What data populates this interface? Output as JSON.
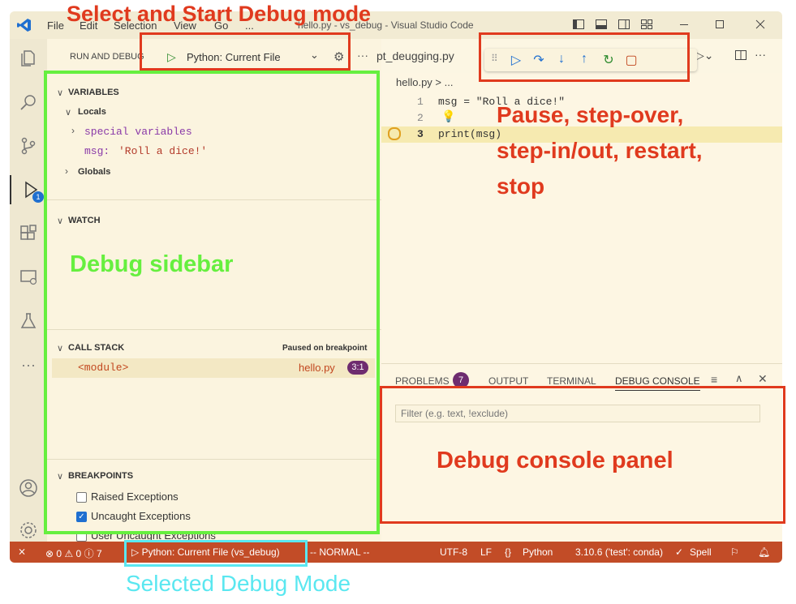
{
  "menu": [
    "File",
    "Edit",
    "Selection",
    "View",
    "Go",
    "..."
  ],
  "window_title": "hello.py - vs_debug - Visual Studio Code",
  "sidebar_header": {
    "title": "RUN AND DEBUG",
    "config": "Python: Current File"
  },
  "editor": {
    "tab_prev": "pt_deugging.py",
    "breadcrumb": "hello.py > ...",
    "lines": [
      {
        "num": "1",
        "code": "msg = \"Roll a dice!\""
      },
      {
        "num": "2",
        "code": ""
      },
      {
        "num": "3",
        "code": "print(msg)"
      }
    ]
  },
  "variables": {
    "title": "VARIABLES",
    "locals": "Locals",
    "special": "special variables",
    "msg_name": "msg:",
    "msg_value": "'Roll a dice!'",
    "globals": "Globals"
  },
  "watch": {
    "title": "WATCH"
  },
  "call_stack": {
    "title": "CALL STACK",
    "status": "Paused on breakpoint",
    "frame": "<module>",
    "file": "hello.py",
    "pos": "3:1"
  },
  "breakpoints": {
    "title": "BREAKPOINTS",
    "items": [
      {
        "label": "Raised Exceptions",
        "checked": false
      },
      {
        "label": "Uncaught Exceptions",
        "checked": true
      },
      {
        "label": "User Uncaught Exceptions",
        "checked": false
      }
    ]
  },
  "panel": {
    "tabs": [
      "PROBLEMS",
      "OUTPUT",
      "TERMINAL",
      "DEBUG CONSOLE"
    ],
    "problems_count": "7",
    "filter_placeholder": "Filter (e.g. text, !exclude)"
  },
  "status": {
    "errors": "0",
    "warnings": "0",
    "info": "7",
    "debug": "Python: Current File (vs_debug)",
    "mode": "-- NORMAL --",
    "encoding": "UTF-8",
    "eol": "LF",
    "language": "Python",
    "interpreter": "3.10.6 ('test': conda)",
    "spell": "Spell"
  },
  "annotations": {
    "select_start": "Select and Start Debug mode",
    "controls": [
      "Pause, step-over,",
      "step-in/out, restart,",
      "stop"
    ],
    "sidebar": "Debug sidebar",
    "console": "Debug console panel",
    "selected_mode": "Selected Debug Mode"
  },
  "activity_badge": "1",
  "colors": {
    "annotation_red": "#e03a1e",
    "annotation_green": "#66ef3f",
    "annotation_cyan": "#5ae7f0",
    "statusbar": "#c24c27",
    "accent_blue": "#1f6fd0"
  }
}
